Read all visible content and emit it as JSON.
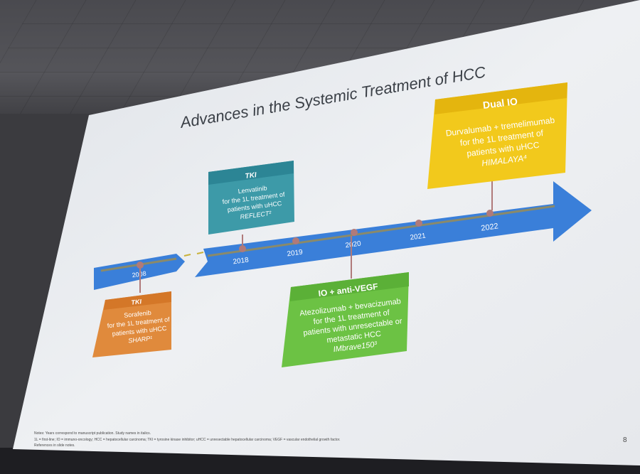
{
  "slide": {
    "title": "Advances in the Systemic Treatment of  HCC",
    "page_number": "8",
    "notes": {
      "line1": "Notes: Years correspond to manuscript publication. Study names in italics.",
      "line2": "1L = first-line; IO = immuno-oncology; HCC = hepatocellular carcinoma; TKI = tyrosine kinase inhibitor; uHCC = unresectable hepatocellular carcinoma; VEGF = vascular endothelial growth factor.",
      "line3": "References in slide notes."
    },
    "timeline": {
      "years": [
        "2008",
        "2018",
        "2019",
        "2020",
        "2021",
        "2022"
      ]
    },
    "boxes": {
      "sorafenib": {
        "header": "TKI",
        "line1": "Sorafenib",
        "line2": "for the 1L treatment of",
        "line3": "patients with uHCC",
        "line4": "SHARP¹"
      },
      "lenvatinib": {
        "header": "TKI",
        "line1": "Lenvatinib",
        "line2": "for the 1L treatment of",
        "line3": "patients with uHCC",
        "line4": "REFLECT²"
      },
      "atezolizumab": {
        "header": "IO + anti-VEGF",
        "line1": "Atezolizumab + bevacizumab",
        "line2": "for the 1L treatment of",
        "line3": "patients with unresectable or",
        "line4": "metastatic HCC",
        "line5": "IMbrave150³"
      },
      "durvalumab": {
        "header": "Dual IO",
        "line1": "Durvalumab + tremelimumab",
        "line2": "for the 1L treatment of",
        "line3": "patients with uHCC",
        "line4": "HIMALAYA⁴"
      }
    },
    "colors": {
      "arrow": "#3a7fd9",
      "tki_orange": "#e08a3c",
      "tki_teal": "#3d9aa8",
      "io_green": "#6cc244",
      "dual_yellow": "#f2c91c"
    }
  }
}
